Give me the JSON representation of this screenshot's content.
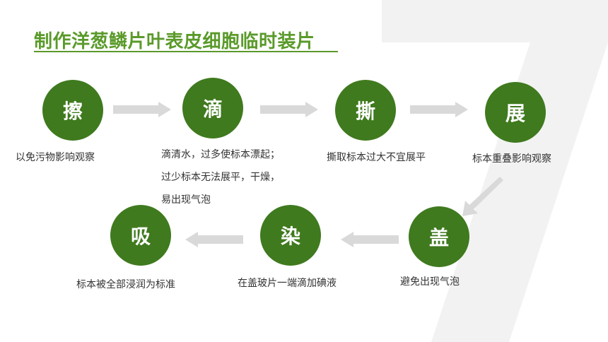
{
  "title": "制作洋葱鳞片叶表皮细胞临时装片",
  "colors": {
    "accent": "#3f7a1e",
    "title": "#5a9a2a",
    "arrow": "#d9d9d9",
    "seven": "#f2f2f2"
  },
  "steps": [
    {
      "label": "擦",
      "desc": "以免污物影响观察"
    },
    {
      "label": "滴",
      "desc_lines": [
        "滴清水，过多使标本漂起；",
        "过少标本无法展平，干燥，",
        "易出现气泡"
      ]
    },
    {
      "label": "撕",
      "desc": "撕取标本过大不宜展平"
    },
    {
      "label": "展",
      "desc": "标本重叠影响观察"
    },
    {
      "label": "盖",
      "desc": "避免出现气泡"
    },
    {
      "label": "染",
      "desc": "在盖玻片一端滴加碘液"
    },
    {
      "label": "吸",
      "desc": "标本被全部浸润为标准"
    }
  ]
}
